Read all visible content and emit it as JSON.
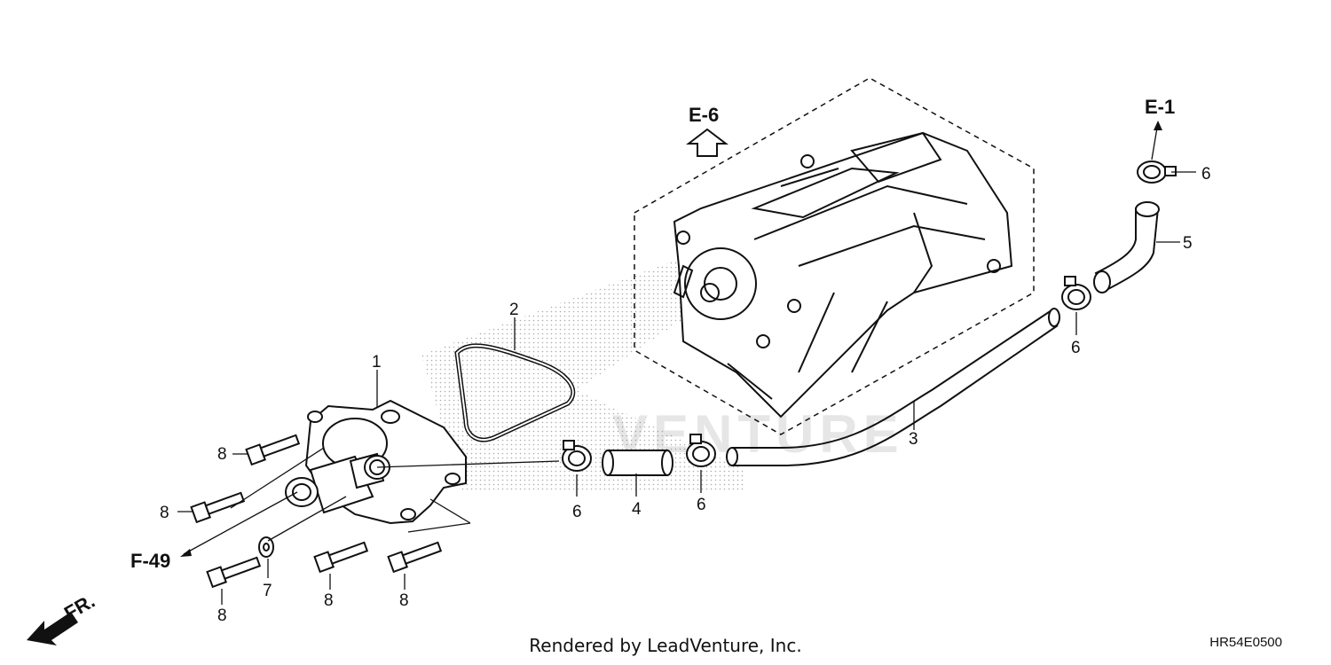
{
  "diagram": {
    "watermark": "VENTURE",
    "refs": {
      "e6": "E-6",
      "e1": "E-1",
      "f49": "F-49",
      "front": "FR."
    },
    "callouts": {
      "c1": "1",
      "c2": "2",
      "c3": "3",
      "c4": "4",
      "c5": "5",
      "c6a": "6",
      "c6b": "6",
      "c6c": "6",
      "c6d": "6",
      "c7": "7",
      "c8a": "8",
      "c8b": "8",
      "c8c": "8",
      "c8d": "8",
      "c8e": "8"
    }
  },
  "footer": {
    "credit": "Rendered by LeadVenture, Inc.",
    "code": "HR54E0500"
  }
}
